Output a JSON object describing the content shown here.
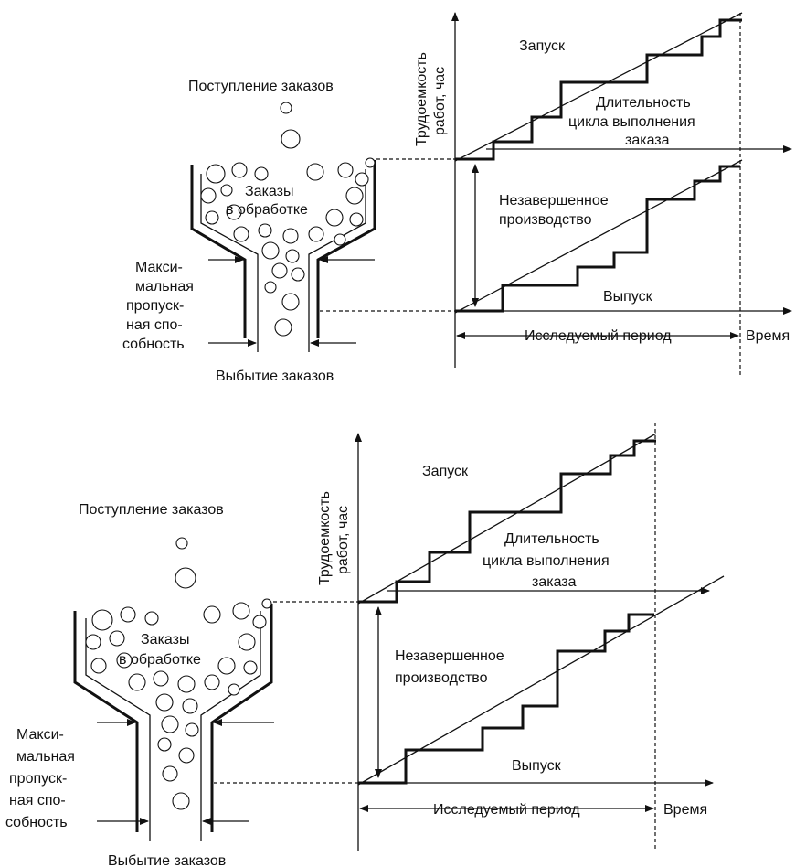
{
  "diagrams": [
    {
      "arrivals_label": "Поступление заказов",
      "wip_label_line1": "Заказы",
      "wip_label_line2": "в обработке",
      "capacity_label": [
        "Макси-",
        "мальная",
        "пропуск-",
        "ная спо-",
        "собность"
      ],
      "departures_label": "Выбытие заказов",
      "y_axis_label_line1": "Трудоемкость",
      "y_axis_label_line2": "работ, час",
      "launch_label": "Запуск",
      "cycle_label": [
        "Длительность",
        "цикла выполнения",
        "заказа"
      ],
      "wip_chart_label": [
        "Незавершенное",
        "производство"
      ],
      "output_label": "Выпуск",
      "period_label": "Исследуемый период",
      "time_label": "Время"
    },
    {
      "arrivals_label": "Поступление заказов",
      "wip_label_line1": "Заказы",
      "wip_label_line2": "в обработке",
      "capacity_label": [
        "Макси-",
        "мальная",
        "пропуск-",
        "ная спо-",
        "собность"
      ],
      "departures_label": "Выбытие заказов",
      "y_axis_label_line1": "Трудоемкость",
      "y_axis_label_line2": "работ, час",
      "launch_label": "Запуск",
      "cycle_label": [
        "Длительность",
        "цикла выполнения",
        "заказа"
      ],
      "wip_chart_label": [
        "Незавершенное",
        "производство"
      ],
      "output_label": "Выпуск",
      "period_label": "Исследуемый период",
      "time_label": "Время"
    }
  ]
}
